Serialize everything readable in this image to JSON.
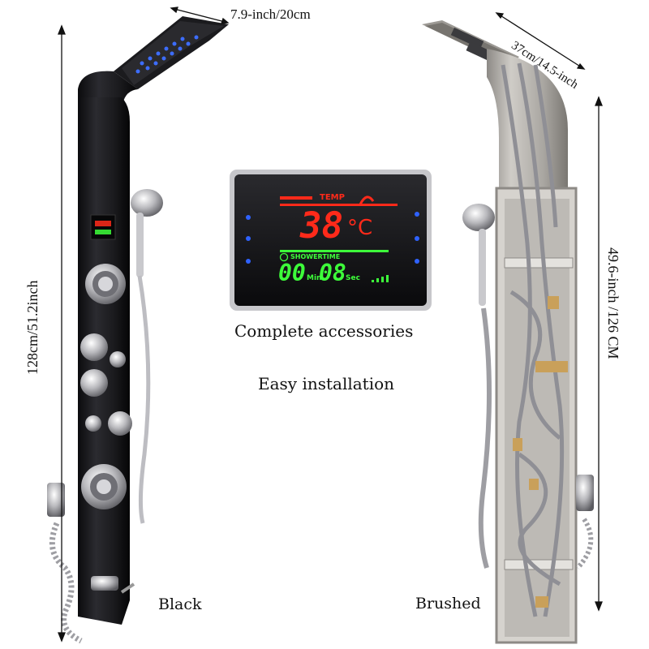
{
  "dimensions": {
    "black_head_width": "7.9-inch/20cm",
    "black_height": "128cm/51.2inch",
    "brushed_head_width": "37cm/14.5-inch",
    "brushed_height": "49.6-inch /126 CM"
  },
  "display": {
    "temp_label": "TEMP",
    "temp_value": "38",
    "temp_unit": "°C",
    "timer_label": "SHOWERTIME",
    "minutes": "00",
    "minutes_unit": "Min",
    "seconds": "08",
    "seconds_unit": "Sec"
  },
  "captions": {
    "accessories": "Complete accessories",
    "installation": "Easy installation"
  },
  "variants": {
    "black": "Black",
    "brushed": "Brushed"
  },
  "colors": {
    "black_panel": "#1e1e21",
    "brushed_panel": "#a7a49f",
    "display_red": "#ff2a1a",
    "display_green": "#3dff3a",
    "led_blue": "#2f62ff"
  }
}
